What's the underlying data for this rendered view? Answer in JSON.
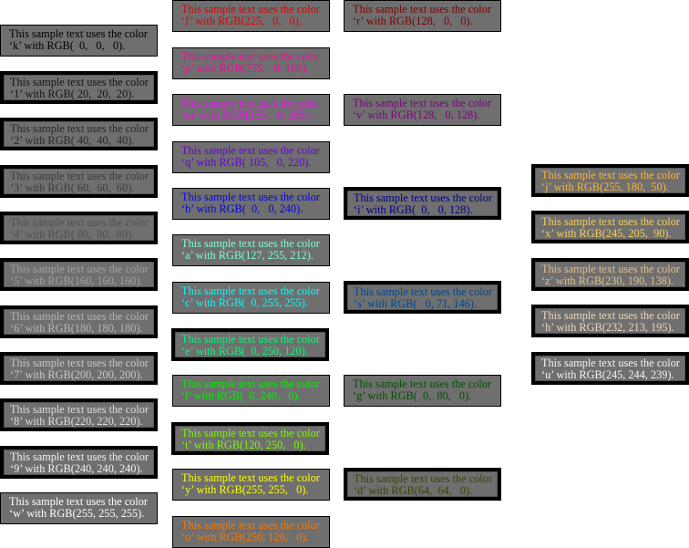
{
  "line1": "This sample text uses the color",
  "items": [
    {
      "key": "k",
      "line2": "‘k’ with RGB(  0,   0,   0).",
      "color": "#000000"
    },
    {
      "key": "1",
      "line2": "‘1’ with RGB( 20,  20,  20).",
      "color": "#141414"
    },
    {
      "key": "2",
      "line2": "‘2’ with RGB( 40,  40,  40).",
      "color": "#282828"
    },
    {
      "key": "3",
      "line2": "‘3’ with RGB( 60,  60,  60).",
      "color": "#3c3c3c"
    },
    {
      "key": "4",
      "line2": "‘4’ with RGB( 80,  80,  80).",
      "color": "#505050"
    },
    {
      "key": "5",
      "line2": "‘5’ with RGB(160, 160, 160).",
      "color": "#a0a0a0"
    },
    {
      "key": "6",
      "line2": "‘6’ with RGB(180, 180, 180).",
      "color": "#b4b4b4"
    },
    {
      "key": "7",
      "line2": "‘7’ with RGB(200, 200, 200).",
      "color": "#c8c8c8"
    },
    {
      "key": "8",
      "line2": "‘8’ with RGB(220, 220, 220).",
      "color": "#dcdcdc"
    },
    {
      "key": "9",
      "line2": "‘9’ with RGB(240, 240, 240).",
      "color": "#f0f0f0"
    },
    {
      "key": "w",
      "line2": "‘w’ with RGB(255, 255, 255).",
      "color": "#ffffff"
    },
    {
      "key": "f",
      "line2": "‘f’ with RGB(225,   0,   0).",
      "color": "#e10000"
    },
    {
      "key": "p",
      "line2": "‘p’ with RGB(255,   0, 160).",
      "color": "#ff00a0"
    },
    {
      "key": "m",
      "line2": "‘m’ with RGB(255,   0, 255).",
      "color": "#ff00ff"
    },
    {
      "key": "q",
      "line2": "‘q’ with RGB( 105,   0, 220).",
      "color": "#6900dc"
    },
    {
      "key": "b",
      "line2": "‘b’ with RGB(  0,   0, 240).",
      "color": "#0000f0"
    },
    {
      "key": "a",
      "line2": "‘a’ with RGB(127, 255, 212).",
      "color": "#7fffd4"
    },
    {
      "key": "c",
      "line2": "‘c’ with RGB(  0, 255, 255).",
      "color": "#00ffff"
    },
    {
      "key": "e",
      "line2": "‘e’ with RGB(  0, 250, 120).",
      "color": "#00fa78"
    },
    {
      "key": "l",
      "line2": "‘l’ with RGB(  0, 240,   0).",
      "color": "#00f000"
    },
    {
      "key": "t",
      "line2": "‘t’ with RGB(120, 250,   0).",
      "color": "#78fa00"
    },
    {
      "key": "y",
      "line2": "‘y’ with RGB(255, 255,   0).",
      "color": "#ffff00"
    },
    {
      "key": "o",
      "line2": "‘o’ with RGB(250, 120,   0).",
      "color": "#fa7800"
    },
    {
      "key": "r",
      "line2": "‘r’ with RGB(128,   0,   0).",
      "color": "#800000"
    },
    {
      "key": "v",
      "line2": "‘v’ with RGB(128,   0, 128).",
      "color": "#800080"
    },
    {
      "key": "i",
      "line2": "‘i’ with RGB(  0,   0, 128).",
      "color": "#000080"
    },
    {
      "key": "s",
      "line2": "‘s’ with RGB(   0, 71, 146).",
      "color": "#004792"
    },
    {
      "key": "g",
      "line2": "‘g’ with RGB(  0,  80,   0).",
      "color": "#005000"
    },
    {
      "key": "d",
      "line2": "‘d’ with RGB(64,  64,   0).",
      "color": "#404000"
    },
    {
      "key": "j",
      "line2": "‘j’ with RGB(255, 180,  50).",
      "color": "#ffb432"
    },
    {
      "key": "x",
      "line2": "‘x’ with RGB(245, 205,  90).",
      "color": "#f5cd5a"
    },
    {
      "key": "z",
      "line2": "‘z’ with RGB(230, 190, 138).",
      "color": "#e6be8a"
    },
    {
      "key": "h",
      "line2": "‘h’ with RGB(232, 213, 195).",
      "color": "#e8d5c3"
    },
    {
      "key": "u",
      "line2": "‘u’ with RGB(245, 244, 239).",
      "color": "#f5f4ef"
    }
  ]
}
